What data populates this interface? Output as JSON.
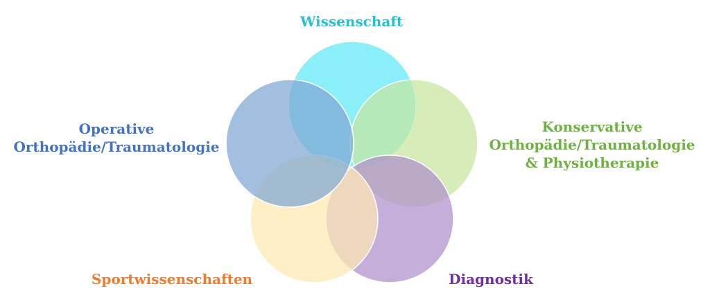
{
  "diagram": {
    "circles": [
      {
        "id": "wissenschaft",
        "label_lines": [
          "Wissenschaft"
        ],
        "fill": "#5ee9f7",
        "label_color": "#27bfd3"
      },
      {
        "id": "konservative",
        "label_lines": [
          "Konservative",
          "Orthopädie/Traumatologie",
          "& Physiotherapie"
        ],
        "fill": "#c6e6a0",
        "label_color": "#6fb142"
      },
      {
        "id": "diagnostik",
        "label_lines": [
          "Diagnostik"
        ],
        "fill": "#ae8fcc",
        "label_color": "#7030a0"
      },
      {
        "id": "sportwissenschaften",
        "label_lines": [
          "Sportwissenschaften"
        ],
        "fill": "#fde9b2",
        "label_color": "#ed7d31"
      },
      {
        "id": "operative",
        "label_lines": [
          "Operative",
          "Orthopädie/Traumatologie"
        ],
        "fill": "#7fa6d2",
        "label_color": "#4472c4"
      }
    ]
  }
}
